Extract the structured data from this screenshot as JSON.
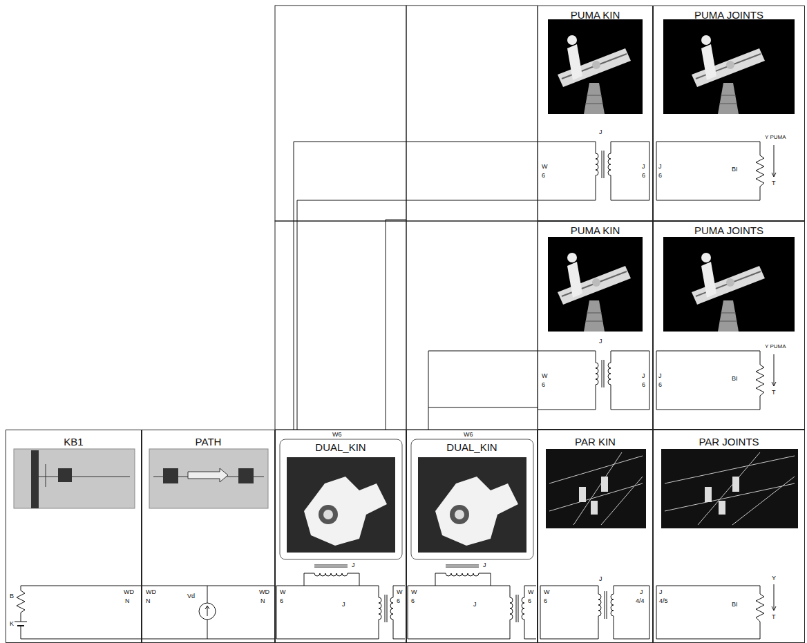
{
  "diagram": {
    "nodes": [
      {
        "text": [
          "PUMA KIN"
        ]
      },
      {
        "text": [
          "PUMA JOINTS"
        ]
      },
      {
        "text": [
          "PUMA KIN"
        ]
      },
      {
        "text": [
          "PUMA JOINTS"
        ]
      },
      {
        "text": [
          "KB1"
        ]
      },
      {
        "text": [
          "PATH"
        ]
      },
      {
        "text": [
          "DUAL_KIN"
        ]
      },
      {
        "text": [
          "DUAL_KIN"
        ]
      },
      {
        "text": [
          "PAR KIN"
        ]
      },
      {
        "text": [
          "PAR JOINTS"
        ]
      }
    ],
    "edges": [
      {
        "from": 6,
        "to": 0,
        "arrow": "none"
      },
      {
        "from": 7,
        "to": 2,
        "arrow": "none"
      }
    ],
    "labels": [
      "J",
      "W",
      "6",
      "J",
      "6",
      "J",
      "6",
      "BI",
      "Y PUMA",
      "T",
      "J",
      "W",
      "6",
      "J",
      "6",
      "J",
      "6",
      "BI",
      "Y PUMA",
      "T",
      "W6",
      "W6",
      "B",
      "K",
      "WD",
      "N",
      "WD",
      "N",
      "Vd",
      "WD",
      "N",
      "J",
      "W",
      "6",
      "J",
      "W",
      "6",
      "J",
      "W",
      "6",
      "J",
      "W",
      "6",
      "W",
      "6",
      "J",
      "J",
      "4/4",
      "J",
      "4/5",
      "BI",
      "Y",
      "T"
    ]
  }
}
